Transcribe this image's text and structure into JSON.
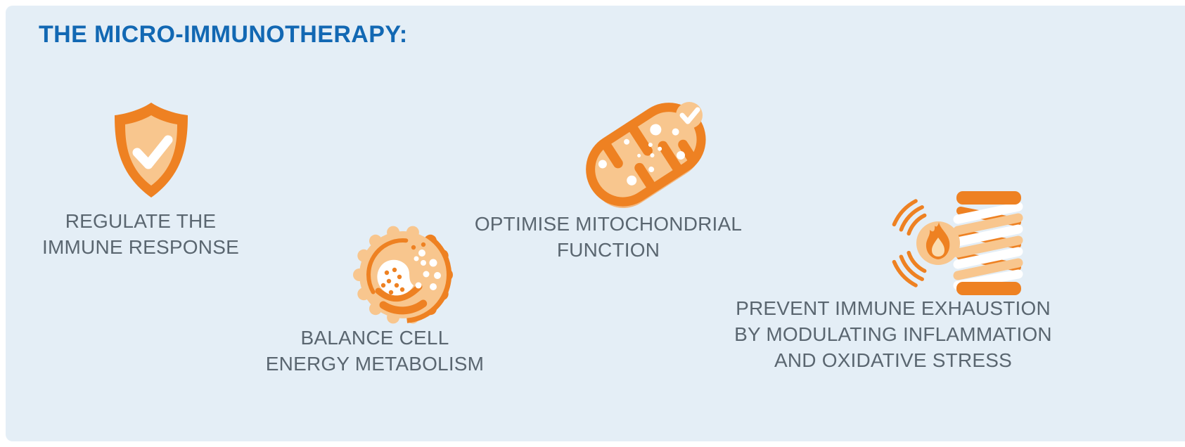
{
  "palette": {
    "page_bg": "#ffffff",
    "panel_bg": "#e4eef6",
    "title_blue": "#1268b3",
    "text_gray": "#5a6670",
    "orange": "#ee8122",
    "orange_light": "#f8c68e",
    "orange_shadow": "#f3b77e",
    "flame_drop": "#fbdcb0",
    "check_white": "#ffffff"
  },
  "header": {
    "title": "THE MICRO-IMMUNOTHERAPY:"
  },
  "items": [
    {
      "icon": "shield-check-icon",
      "label": "REGULATE THE\nIMMUNE RESPONSE"
    },
    {
      "icon": "immune-cell-icon",
      "label": "BALANCE CELL\nENERGY METABOLISM"
    },
    {
      "icon": "mitochondria-icon",
      "label": "OPTIMISE MITOCHONDRIAL\nFUNCTION"
    },
    {
      "icon": "spring-flame-icon",
      "label": "PREVENT IMMUNE EXHAUSTION\nBY MODULATING INFLAMMATION\nAND OXIDATIVE STRESS"
    }
  ]
}
